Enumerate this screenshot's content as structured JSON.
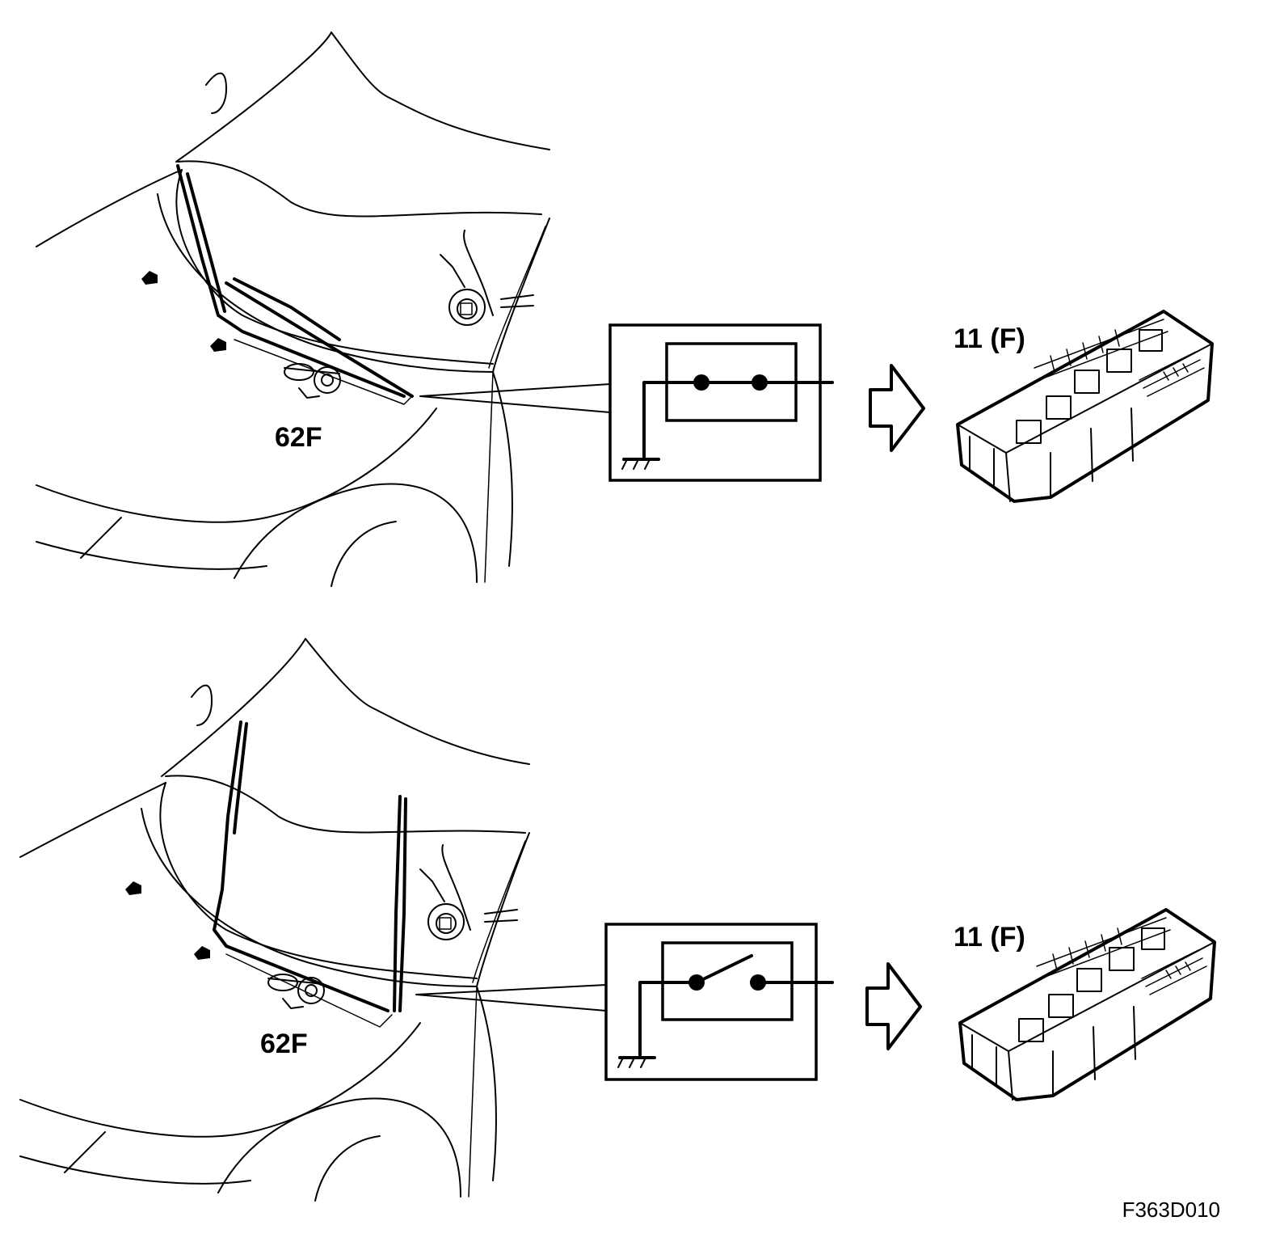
{
  "panels": [
    {
      "id": "top",
      "component_label": "62F",
      "fusebox_label": "11 (F)",
      "switch_state": "closed"
    },
    {
      "id": "bottom",
      "component_label": "62F",
      "fusebox_label": "11 (F)",
      "switch_state": "open"
    }
  ],
  "figure_code": "F363D010"
}
